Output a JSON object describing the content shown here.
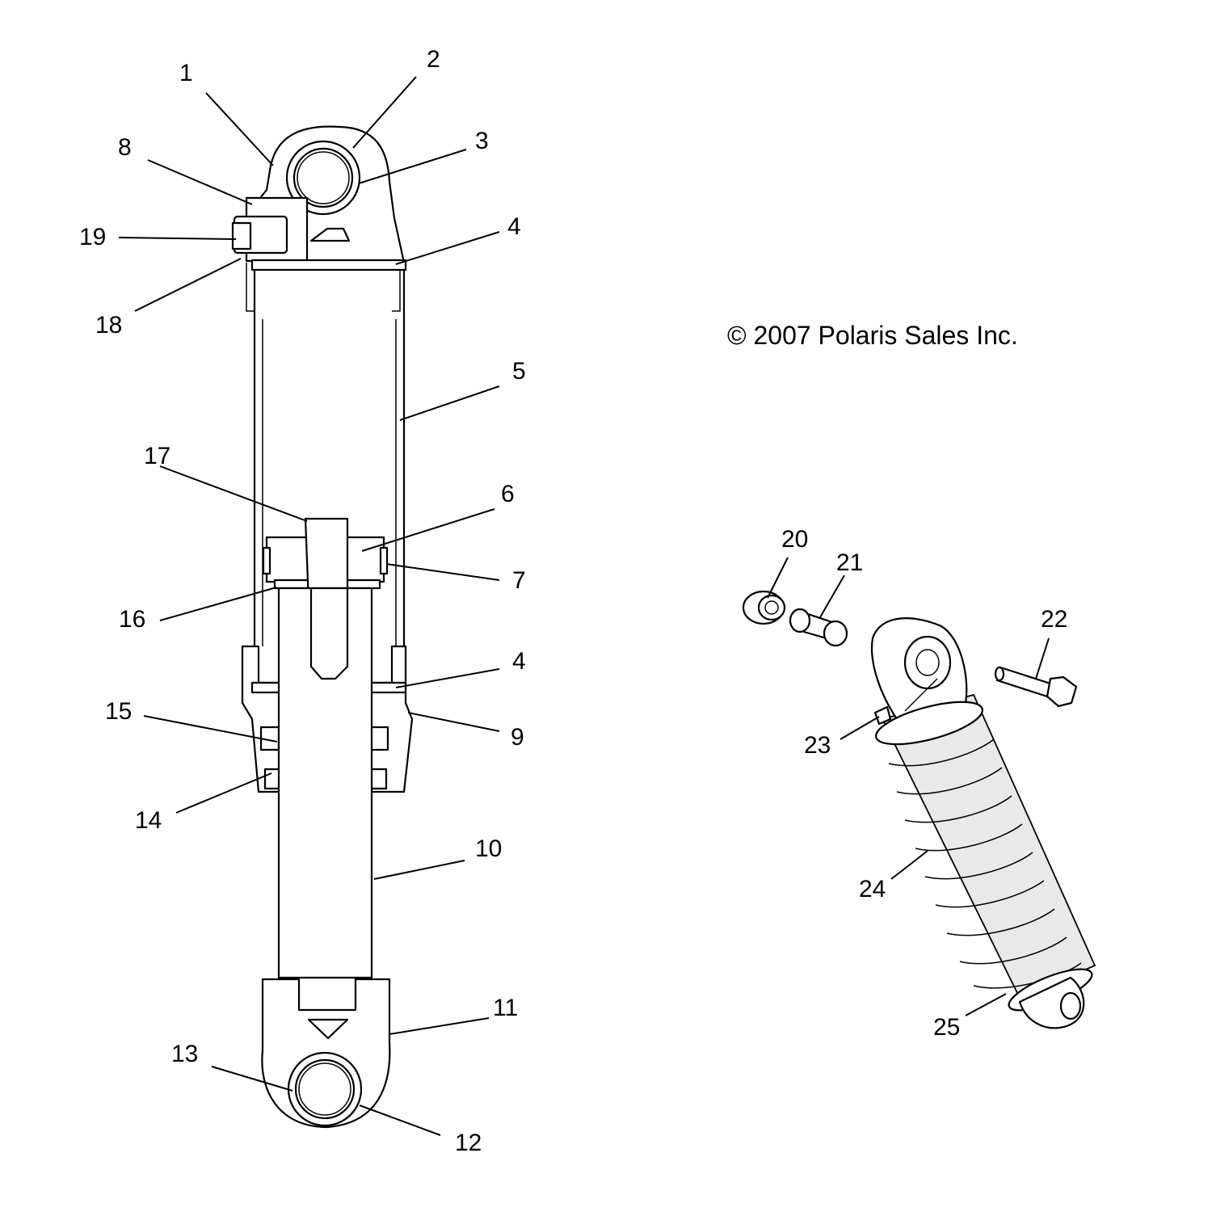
{
  "copyright": "© 2007 Polaris Sales Inc.",
  "callouts": [
    {
      "id": "c1",
      "text": "1"
    },
    {
      "id": "c2",
      "text": "2"
    },
    {
      "id": "c3",
      "text": "3"
    },
    {
      "id": "c4a",
      "text": "4"
    },
    {
      "id": "c4b",
      "text": "4"
    },
    {
      "id": "c5",
      "text": "5"
    },
    {
      "id": "c6",
      "text": "6"
    },
    {
      "id": "c7",
      "text": "7"
    },
    {
      "id": "c8",
      "text": "8"
    },
    {
      "id": "c9",
      "text": "9"
    },
    {
      "id": "c10",
      "text": "10"
    },
    {
      "id": "c11",
      "text": "11"
    },
    {
      "id": "c12",
      "text": "12"
    },
    {
      "id": "c13",
      "text": "13"
    },
    {
      "id": "c14",
      "text": "14"
    },
    {
      "id": "c15",
      "text": "15"
    },
    {
      "id": "c16",
      "text": "16"
    },
    {
      "id": "c17",
      "text": "17"
    },
    {
      "id": "c18",
      "text": "18"
    },
    {
      "id": "c19",
      "text": "19"
    },
    {
      "id": "c20",
      "text": "20"
    },
    {
      "id": "c21",
      "text": "21"
    },
    {
      "id": "c22",
      "text": "22"
    },
    {
      "id": "c23",
      "text": "23"
    },
    {
      "id": "c24",
      "text": "24"
    },
    {
      "id": "c25",
      "text": "25"
    }
  ]
}
